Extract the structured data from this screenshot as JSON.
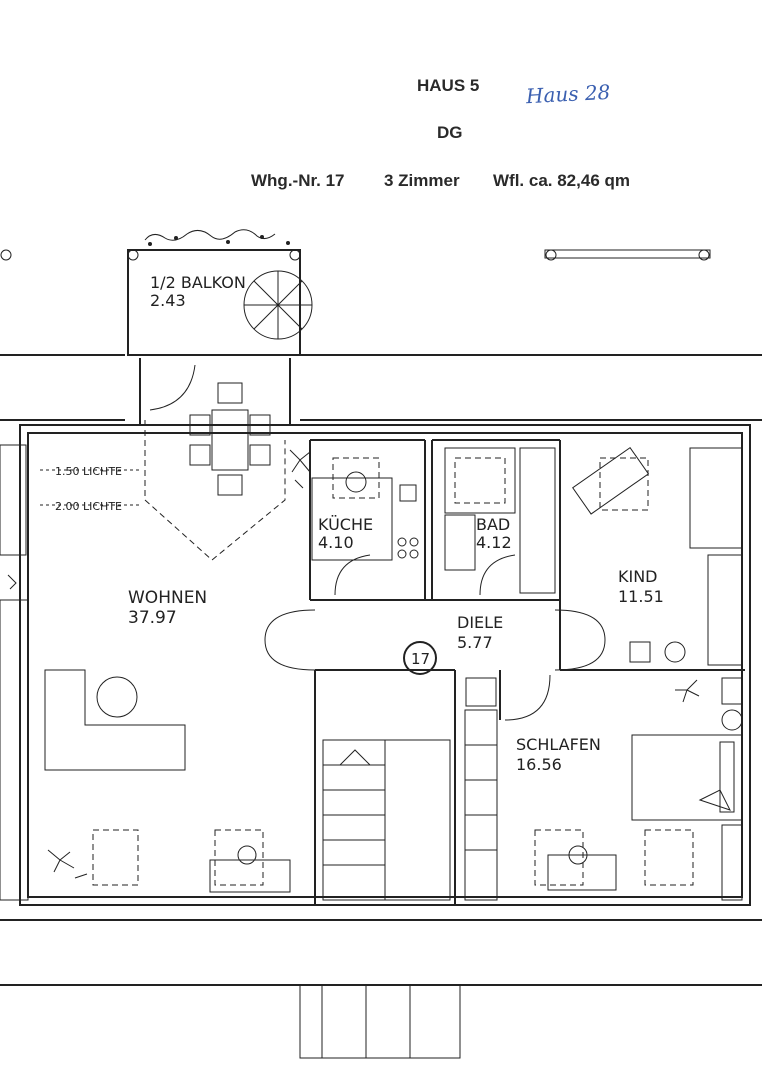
{
  "header": {
    "house": "HAUS 5",
    "floor": "DG",
    "apartment": "Whg.-Nr. 17",
    "rooms": "3 Zimmer",
    "area": "Wfl. ca. 82,46 qm",
    "handwritten_note": "Haus 28"
  },
  "labels": {
    "clearance_150": "1.50 LICHTE",
    "clearance_200": "2.00 LICHTE",
    "apartment_number": "17"
  },
  "rooms": [
    {
      "id": "balkon",
      "name": "1/2 BALKON",
      "area": "2.43"
    },
    {
      "id": "kueche",
      "name": "KÜCHE",
      "area": "4.10"
    },
    {
      "id": "bad",
      "name": "BAD",
      "area": "4.12"
    },
    {
      "id": "kind",
      "name": "KIND",
      "area": "11.51"
    },
    {
      "id": "wohnen",
      "name": "WOHNEN",
      "area": "37.97"
    },
    {
      "id": "diele",
      "name": "DIELE",
      "area": "5.77"
    },
    {
      "id": "schlafen",
      "name": "SCHLAFEN",
      "area": "16.56"
    }
  ],
  "colors": {
    "ink": "#222222",
    "handwriting": "#3a5fb0"
  }
}
